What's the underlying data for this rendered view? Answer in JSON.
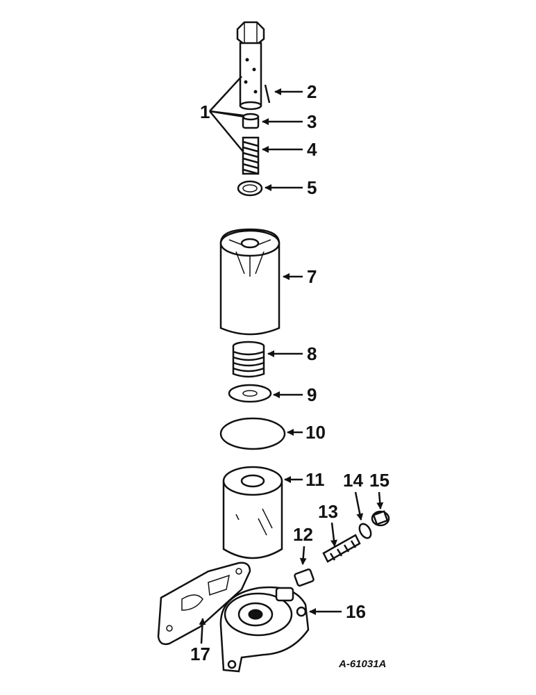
{
  "labels": {
    "l1": "1",
    "l2": "2",
    "l3": "3",
    "l4": "4",
    "l5": "5",
    "l7": "7",
    "l8": "8",
    "l9": "9",
    "l10": "10",
    "l11": "11",
    "l12": "12",
    "l13": "13",
    "l14": "14",
    "l15": "15",
    "l16": "16",
    "l17": "17"
  },
  "drawing_code": "A-61031A"
}
